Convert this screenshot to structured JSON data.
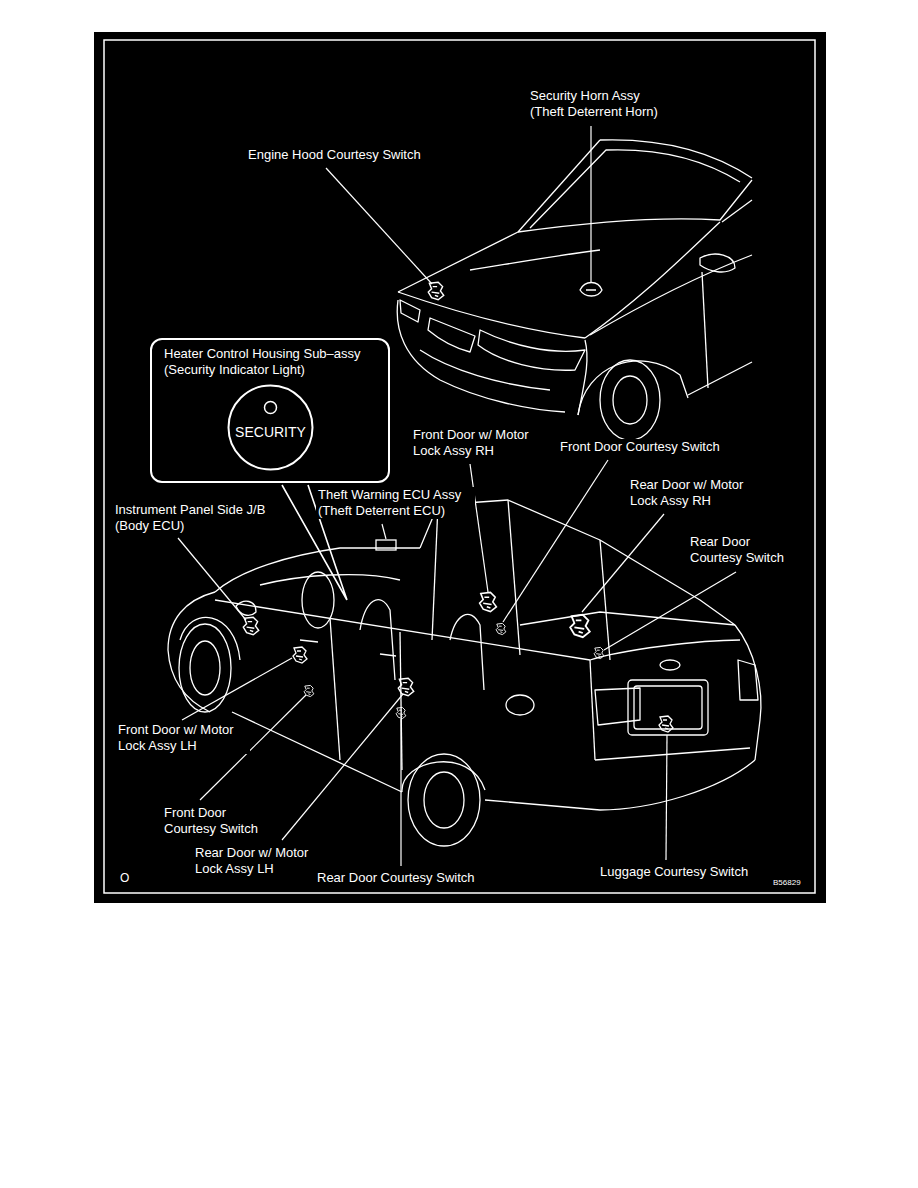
{
  "diagram": {
    "nodes": [
      {
        "text": [
          "Heater Control Housing Sub–assy (Security Indicator Light)"
        ]
      },
      {
        "text": [
          "SECURITY"
        ],
        "in": 0
      }
    ],
    "labels": [
      "Security Horn Assy (Theft Deterrent Horn)",
      "Engine Hood Courtesy Switch",
      "Front Door w/ Motor Lock Assy RH",
      "Front Door Courtesy Switch",
      "Rear Door w/ Motor Lock Assy RH",
      "Rear Door Courtesy Switch",
      "Theft Warning ECU Assy (Theft Deterrent ECU)",
      "Instrument Panel Side J/B (Body ECU)",
      "Front Door w/ Motor Lock Assy LH",
      "Front Door Courtesy Switch",
      "Rear Door w/ Motor Lock Assy LH",
      "Rear Door Courtesy Switch",
      "Luggage Courtesy Switch",
      "O",
      "B56829"
    ]
  }
}
